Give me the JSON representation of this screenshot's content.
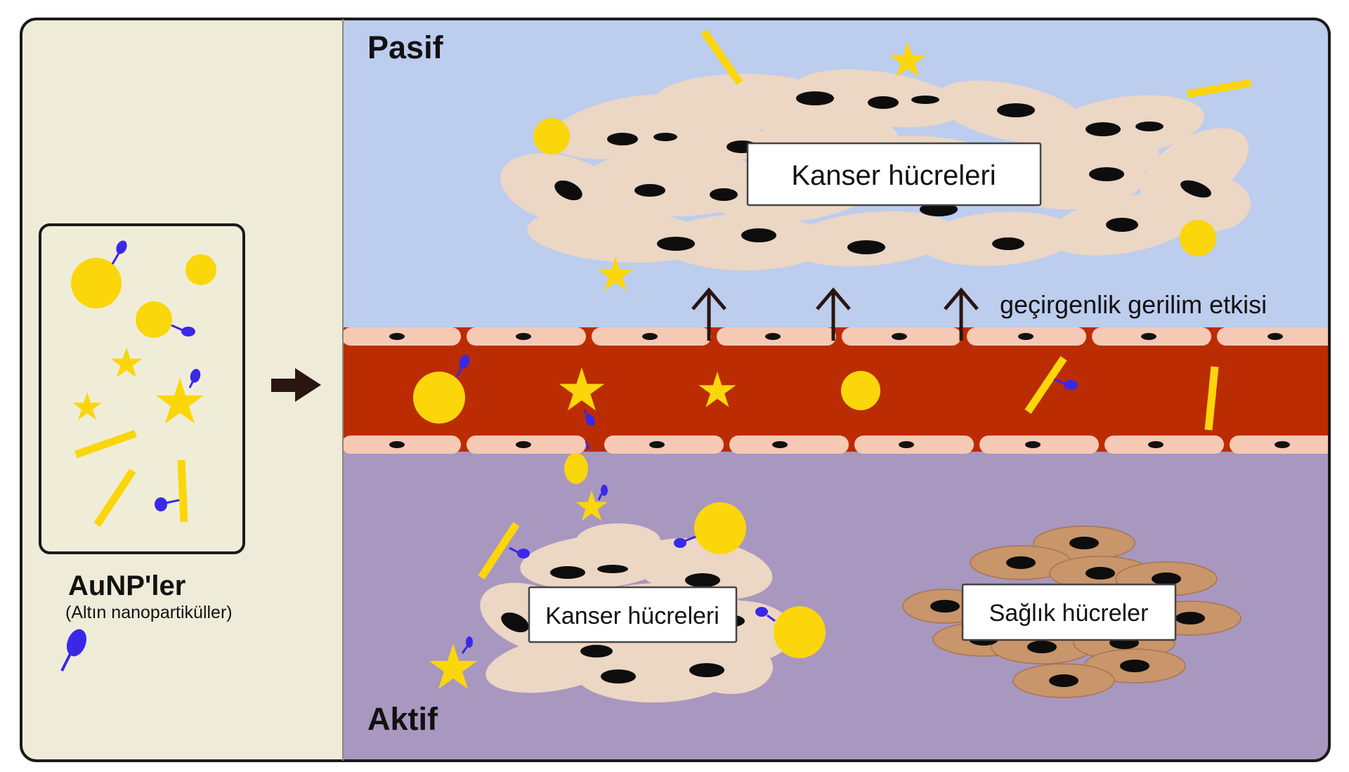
{
  "colors": {
    "left_panel": "#eeecd9",
    "passive_bg": "#bccdee",
    "active_bg": "#a897bf",
    "vessel_blood": "#bb2c03",
    "vessel_wall": "#f6c9b4",
    "cancer_cell": "#ecd6c4",
    "healthy_cell": "#c9956a",
    "nucleus": "#0d0d0d",
    "gold": "#fbd60b",
    "ligand": "#3a28e8",
    "arrow": "#2a1510"
  },
  "labels": {
    "passive": "Pasif",
    "active": "Aktif",
    "aunp_title": "AuNP'ler",
    "aunp_subtitle": "(Altın nanopartiküller)",
    "permeability": "geçirgenlik gerilim etkisi",
    "cancer_cells_passive": "Kanser hücreleri",
    "cancer_cells_active": "Kanser hücreleri",
    "healthy_cells": "Sağlık hücreler"
  },
  "icons": {
    "process_arrow": "right-arrow-icon",
    "permeation_arrows": "up-arrow-icon",
    "ligand_legend": "ligand-icon"
  }
}
